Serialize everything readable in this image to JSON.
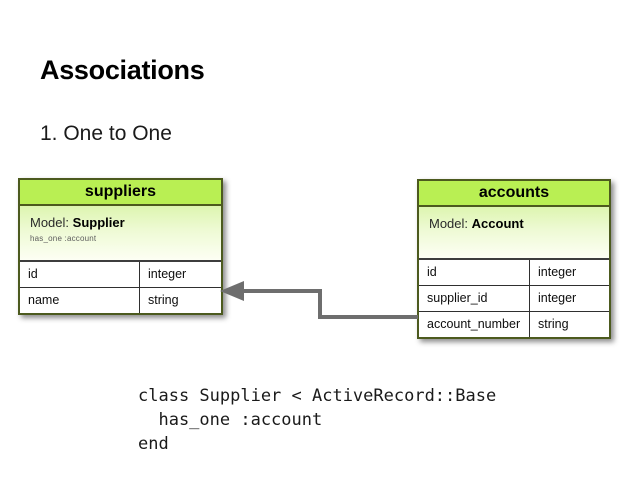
{
  "slide": {
    "title": "Associations",
    "subtitle": "1. One to One"
  },
  "entities": {
    "suppliers": {
      "table_name": "suppliers",
      "model_label": "Model:",
      "model_name": "Supplier",
      "model_note": "has_one :account",
      "fields": [
        {
          "name": "id",
          "type": "integer"
        },
        {
          "name": "name",
          "type": "string"
        }
      ]
    },
    "accounts": {
      "table_name": "accounts",
      "model_label": "Model:",
      "model_name": "Account",
      "model_note": "",
      "fields": [
        {
          "name": "id",
          "type": "integer"
        },
        {
          "name": "supplier_id",
          "type": "integer"
        },
        {
          "name": "account_number",
          "type": "string"
        }
      ]
    }
  },
  "relationship": {
    "from": "accounts.supplier_id",
    "to": "suppliers.id",
    "arrow_direction": "left",
    "line_color": "#6e6e6e"
  },
  "code": {
    "lines": [
      "class Supplier < ActiveRecord::Base",
      "  has_one :account",
      "end"
    ],
    "text": "class Supplier < ActiveRecord::Base\n  has_one :account\nend"
  },
  "colors": {
    "header_green": "#b9ef53",
    "border_olive": "#4c5a1e",
    "body_gradient_top": "#ddf5b0",
    "body_gradient_bottom": "#fdfff4",
    "background": "#ffffff",
    "text": "#000000"
  }
}
